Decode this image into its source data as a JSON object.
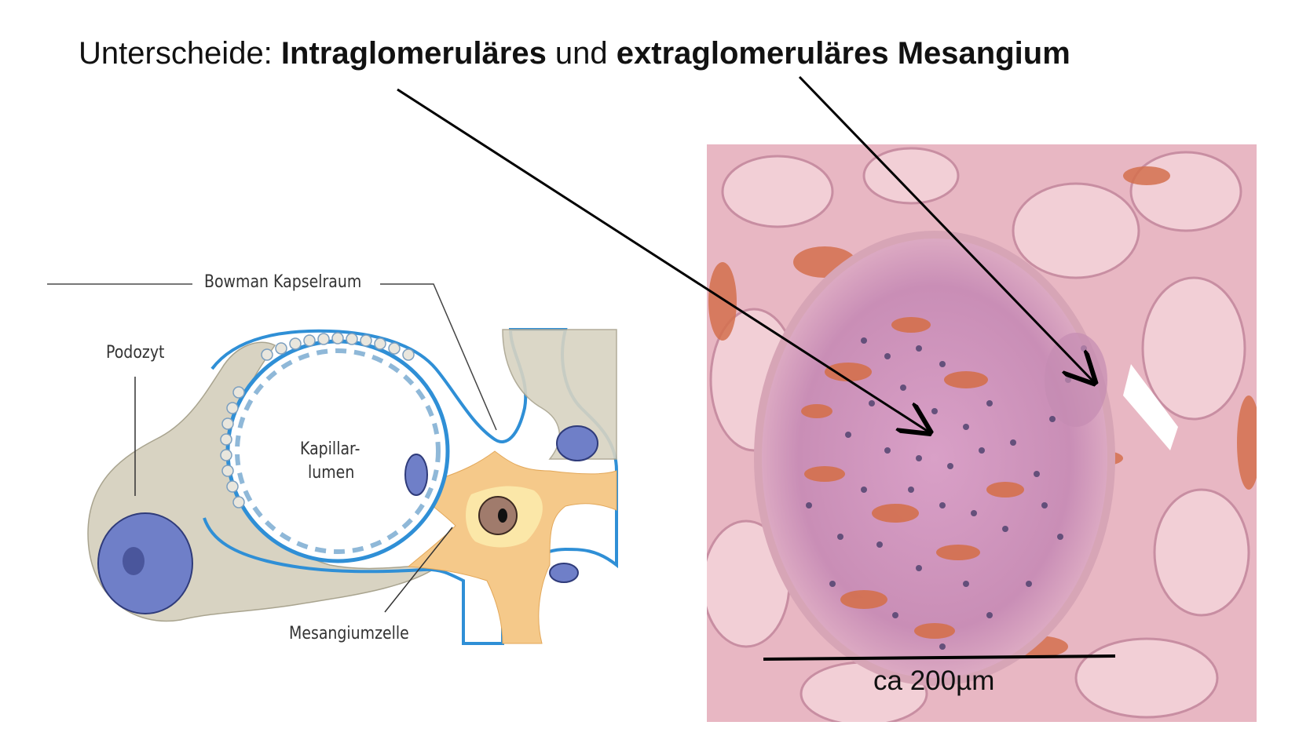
{
  "heading": {
    "prefix": "Unterscheide: ",
    "bold1": "Intraglomeruläres",
    "mid": " und ",
    "bold2": "extraglomeruläres Mesangium"
  },
  "diagram": {
    "label_bowman": "Bowman Kapselraum",
    "label_podozyt": "Podozyt",
    "label_lumen_1": "Kapillar-",
    "label_lumen_2": "lumen",
    "label_mesangium": "Mesangiumzelle"
  },
  "micrograph": {
    "scale_bar_label": "ca 200µm"
  },
  "colors": {
    "cytoplasm": "#d8d3c2",
    "membrane_blue": "#2f8fd6",
    "nucleus_blue": "#6f7fc8",
    "mesangium_orange": "#f5c98a",
    "tissue_pink": "#e8b7c3",
    "erythrocyte_red": "#d4704d"
  }
}
